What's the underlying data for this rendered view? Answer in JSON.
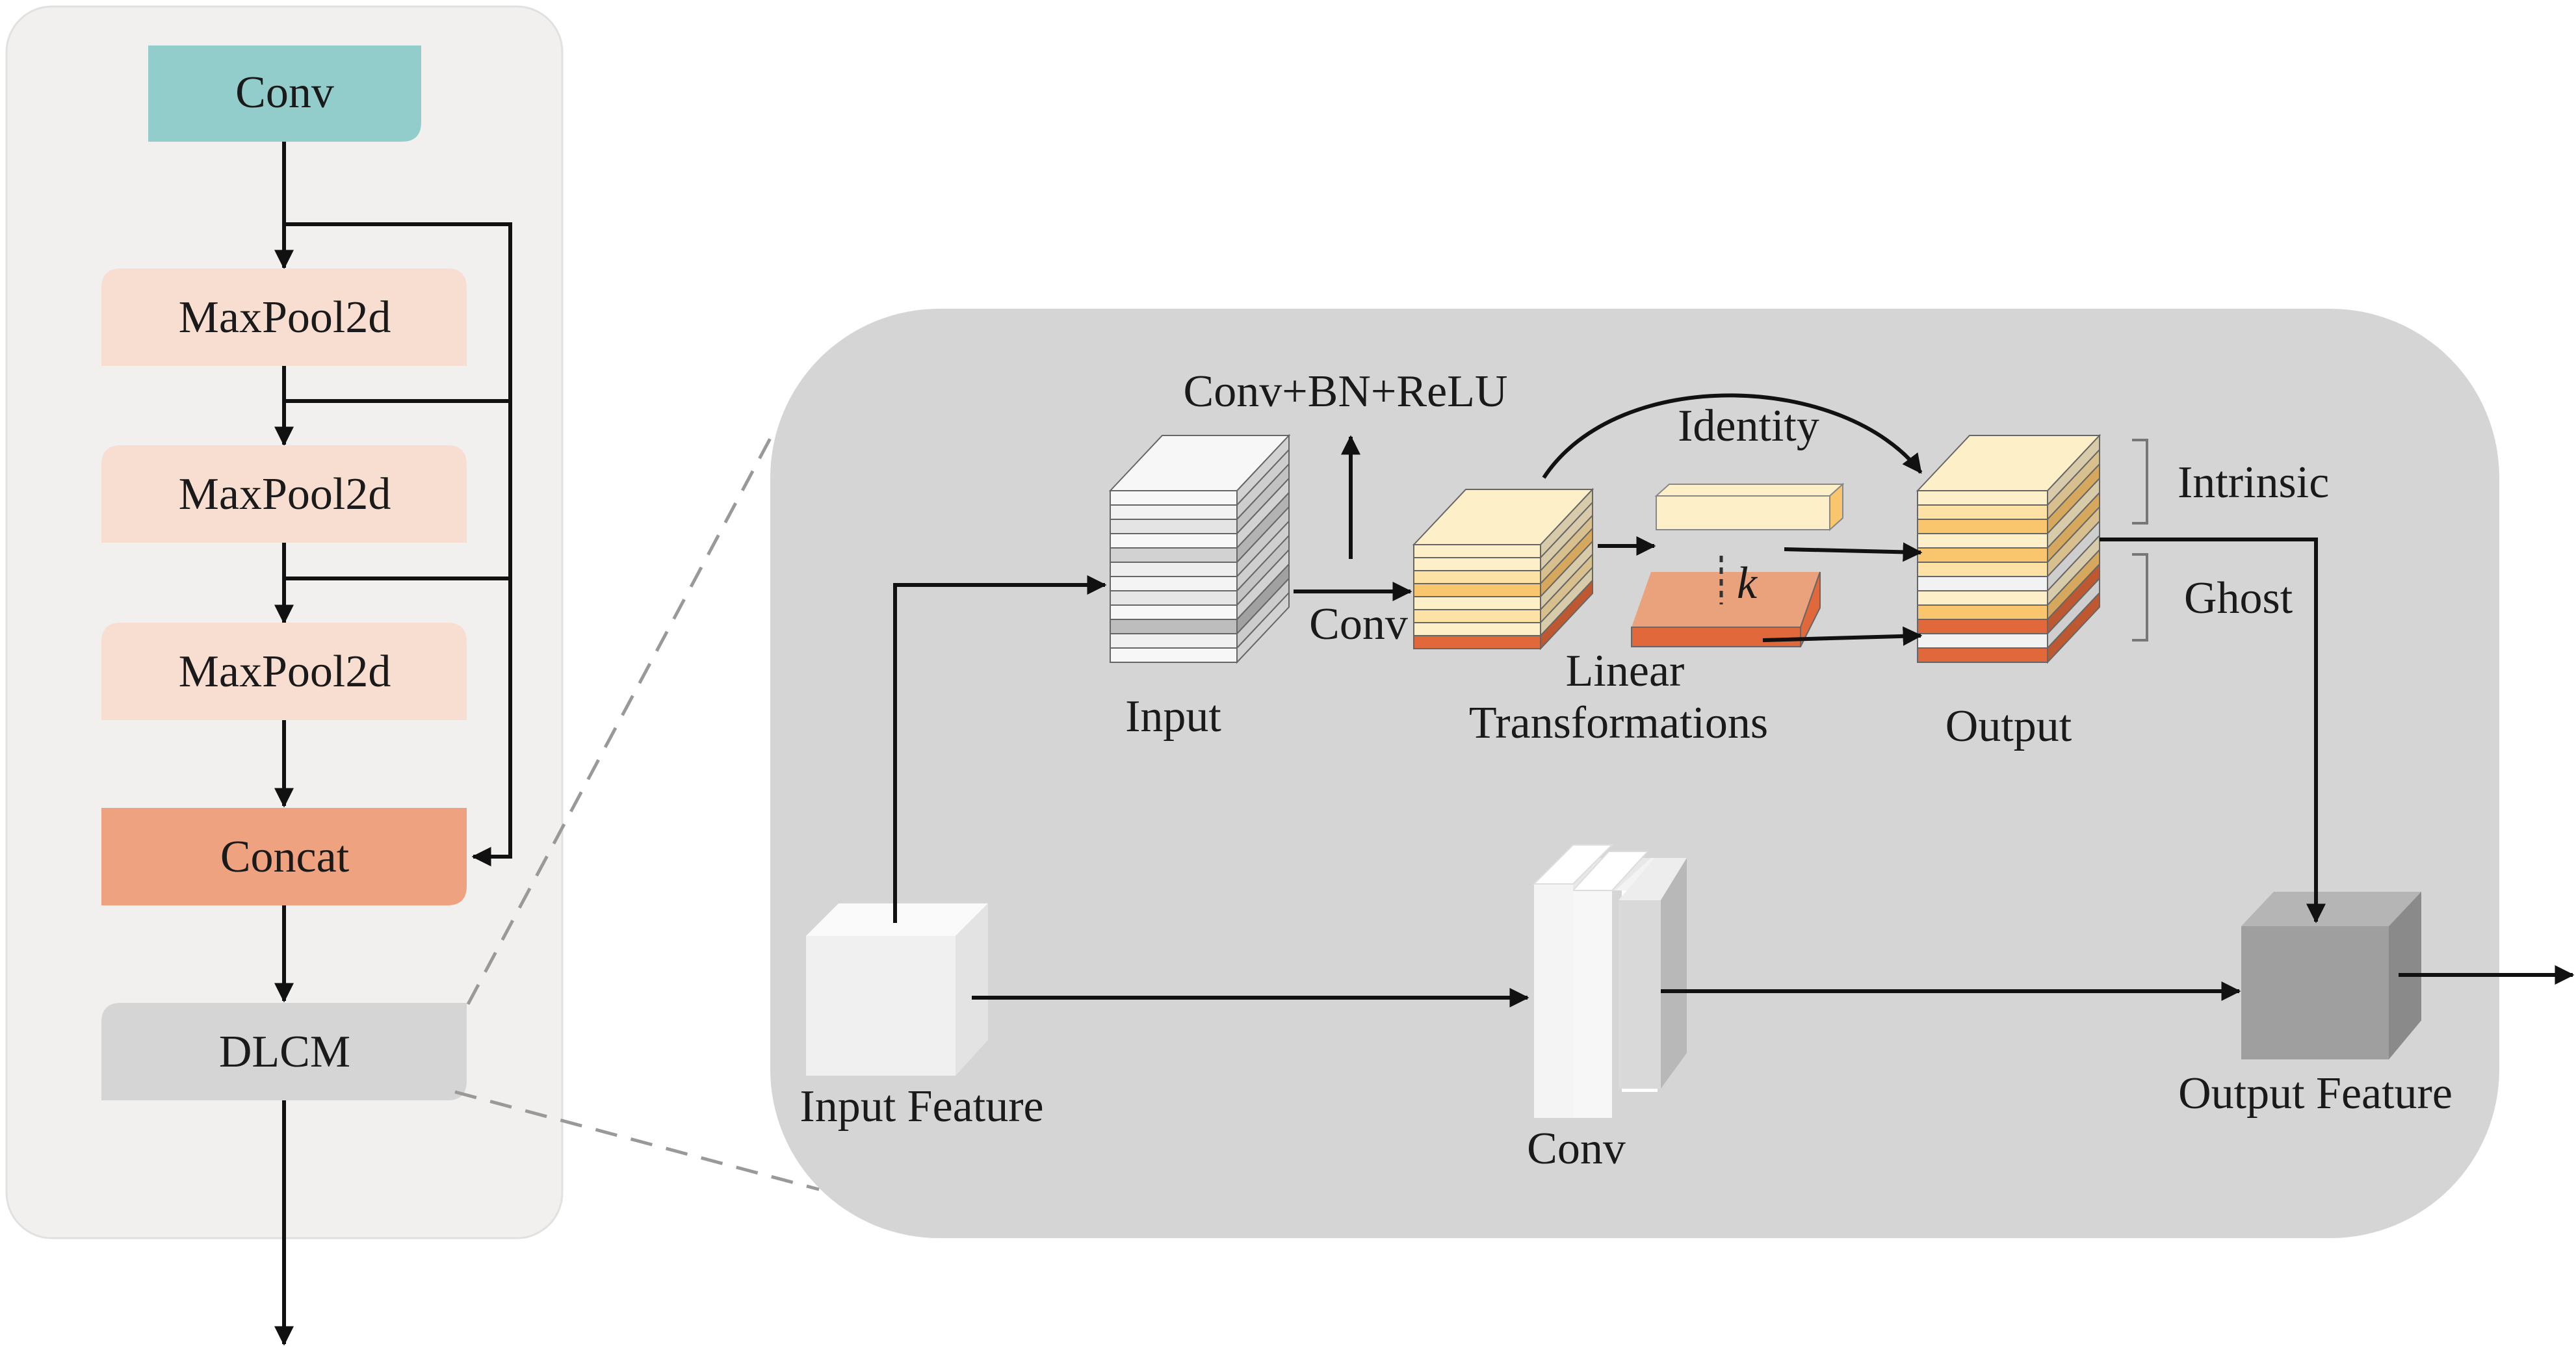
{
  "left_flow": {
    "conv": "Conv",
    "maxpool_1": "MaxPool2d",
    "maxpool_2": "MaxPool2d",
    "maxpool_3": "MaxPool2d",
    "concat": "Concat",
    "dlcm": "DLCM"
  },
  "ghost_module": {
    "input": "Input",
    "conv_bn_relu": "Conv+BN+ReLU",
    "conv": "Conv",
    "identity": "Identity",
    "k_symbol": "k",
    "linear_line1": "Linear",
    "linear_line2": "Transformations",
    "output": "Output",
    "intrinsic": "Intrinsic",
    "ghost": "Ghost"
  },
  "main_path": {
    "input_feature": "Input Feature",
    "conv": "Conv",
    "output_feature": "Output Feature"
  },
  "colors": {
    "conv_box": "#93cdcb",
    "maxpool_box": "#f8ded0",
    "concat_box": "#eea27f",
    "dlcm_box": "#d6d5d6",
    "left_panel": "#f1f0ef",
    "right_panel": "#d6d5d6",
    "layer_light": "#fdefc8",
    "layer_mid": "#fde2a6",
    "layer_gold": "#fac66d",
    "layer_orange": "#e0683a",
    "layer_salmon": "#e9a27c",
    "output_cube": "#9f9f9f"
  }
}
